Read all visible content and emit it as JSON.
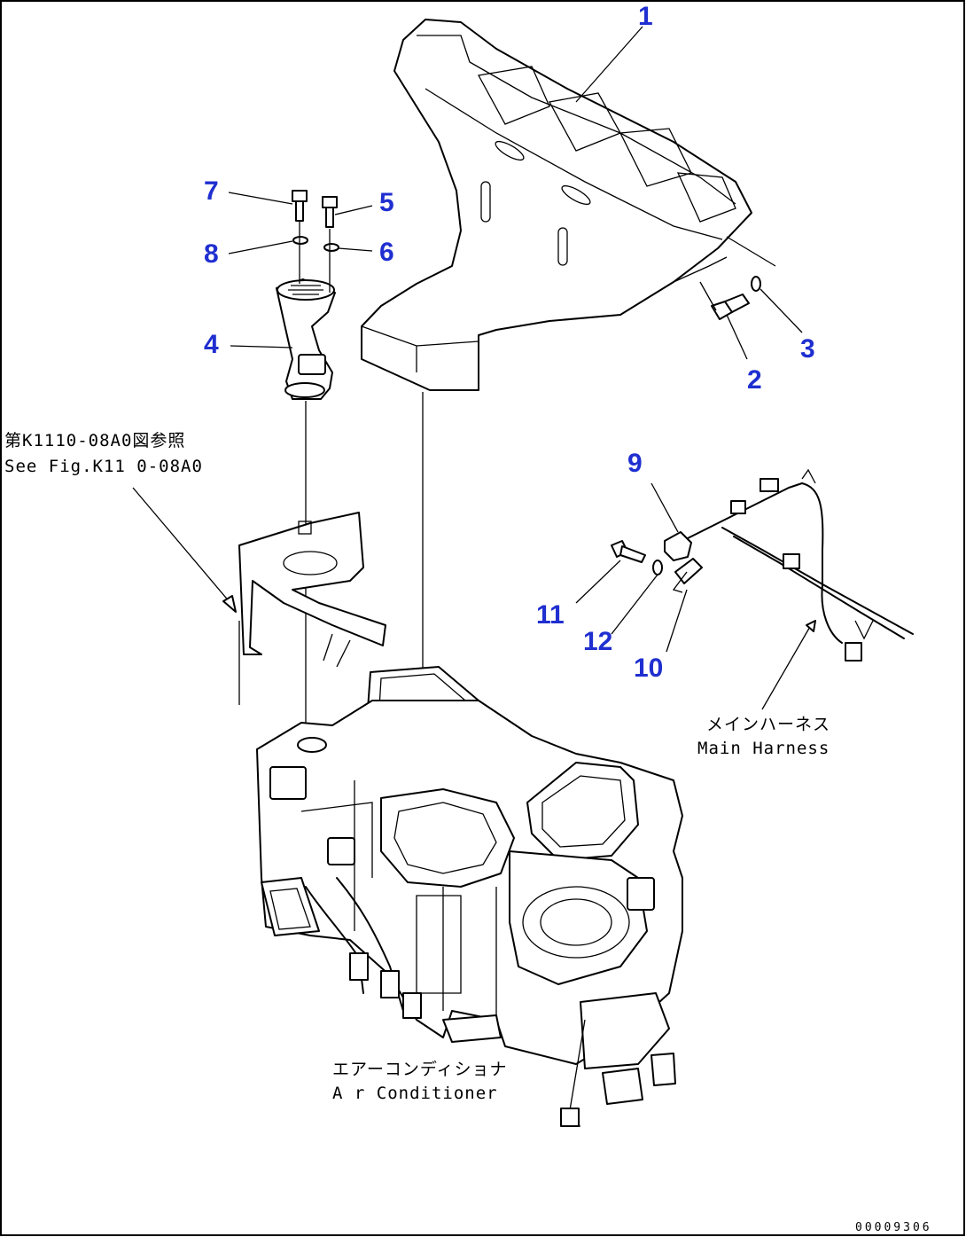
{
  "callouts": {
    "c1": "1",
    "c2": "2",
    "c3": "3",
    "c4": "4",
    "c5": "5",
    "c6": "6",
    "c7": "7",
    "c8": "8",
    "c9": "9",
    "c10": "10",
    "c11": "11",
    "c12": "12"
  },
  "notes": {
    "see_fig_jp": "第K1110-08A0図参照",
    "see_fig_en": "See Fig.K11 0-08A0",
    "harness_jp": "メインハーネス",
    "harness_en": "Main Harness",
    "aircon_jp": "エアーコンディショナ",
    "aircon_en": "A r Conditioner"
  },
  "drawing_number": "00009306",
  "colors": {
    "callout": "#1f2fd0",
    "line": "#000000",
    "background": "#ffffff"
  }
}
